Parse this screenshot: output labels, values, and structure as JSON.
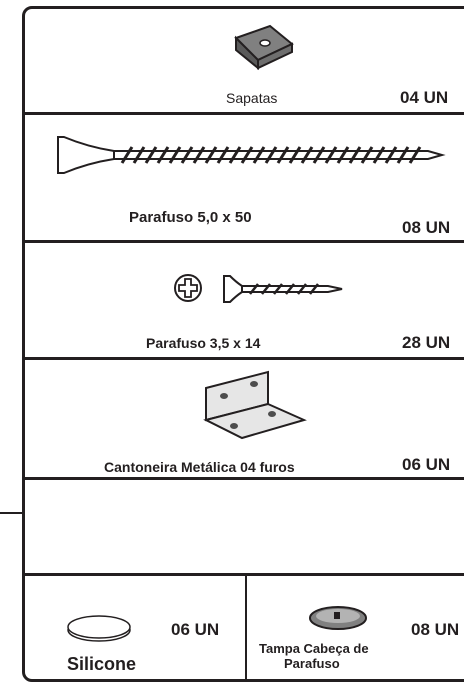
{
  "items": [
    {
      "label": "Sapatas",
      "qty": "04 UN"
    },
    {
      "label": "Parafuso 5,0 x 50",
      "qty": "08 UN"
    },
    {
      "label": "Parafuso 3,5 x 14",
      "qty": "28 UN"
    },
    {
      "label": "Cantoneira Metálica 04 furos",
      "qty": "06 UN"
    },
    {
      "label": "Silicone",
      "qty": "06 UN"
    },
    {
      "label_line1": "Tampa Cabeça de",
      "label_line2": "Parafuso",
      "qty": "08 UN"
    }
  ],
  "colors": {
    "ink": "#231f20",
    "part_gray": "#808080",
    "light_gray": "#e6e6e6"
  }
}
